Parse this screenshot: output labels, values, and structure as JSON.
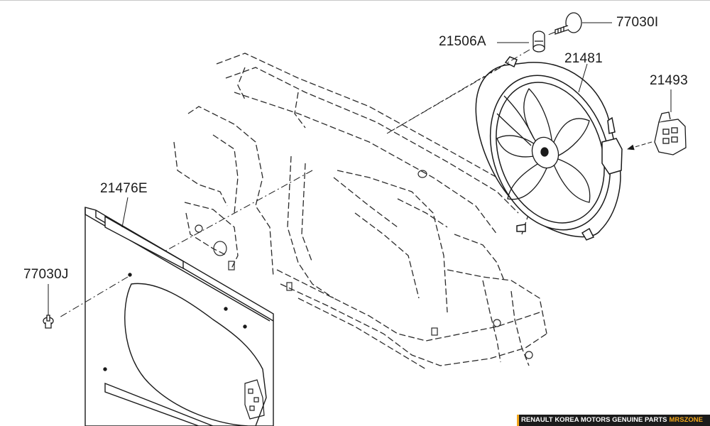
{
  "diagram": {
    "labels": {
      "screw_top": "77030I",
      "grommet": "21506A",
      "fan_assembly": "21481",
      "connector": "21493",
      "shroud_panel": "21476E",
      "screw_left": "77030J"
    }
  },
  "footer": {
    "brand_text": "RENAULT KOREA MOTORS GENUINE PARTS",
    "accent_text": "MRSZONE",
    "accent_color": "#f2a61a"
  }
}
